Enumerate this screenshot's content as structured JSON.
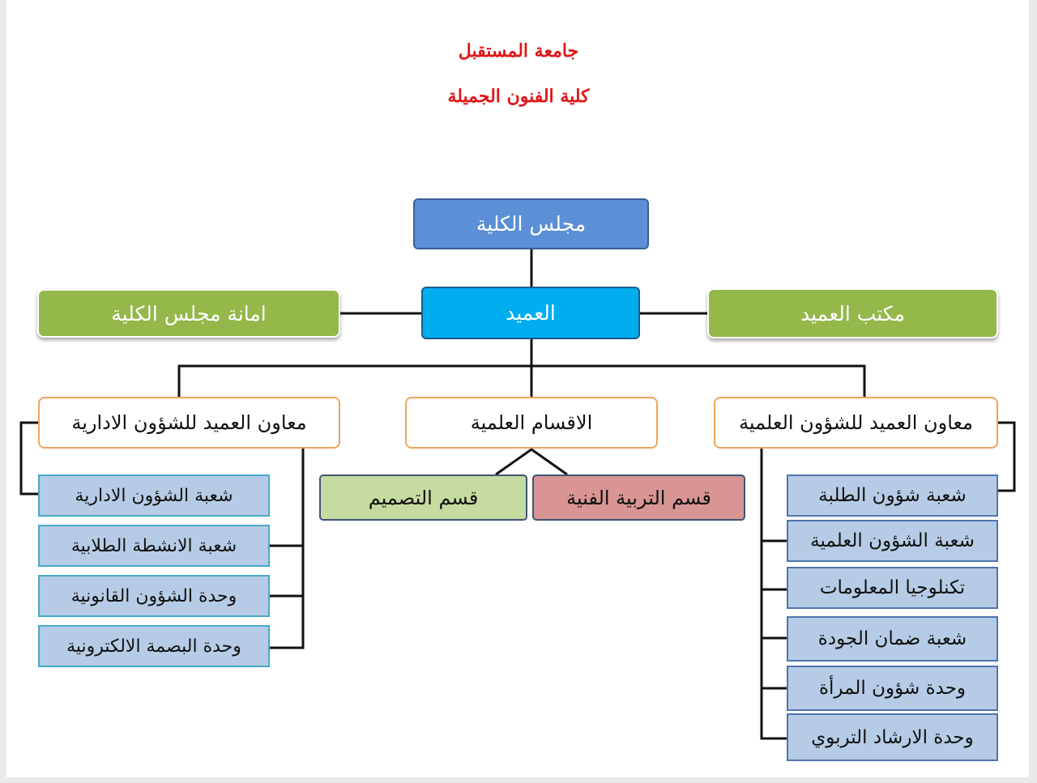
{
  "header": {
    "university": "جامعة المستقبل",
    "college": "كلية الفنون الجميلة"
  },
  "chart": {
    "council": "مجلس الكلية",
    "dean": "العميد",
    "council_secretariat": "امانة مجلس الكلية",
    "dean_office": "مكتب العميد",
    "admin_assistant": "معاون العميد للشؤون الادارية",
    "departments": "الاقسام العلمية",
    "science_assistant": "معاون العميد للشؤون العلمية",
    "dept_design": "قسم التصميم",
    "dept_art_education": "قسم التربية الفنية",
    "admin_units": [
      "شعبة الشؤون الادارية",
      "شعبة الانشطة الطلابية",
      "وحدة الشؤون القانونية",
      "وحدة البصمة الالكترونية"
    ],
    "science_units": [
      "شعبة شؤون الطلبة",
      "شعبة الشؤون العلمية",
      "تكنلوجيا المعلومات",
      "شعبة ضمان الجودة",
      "وحدة شؤون المرأة",
      "وحدة الارشاد التربوي"
    ]
  },
  "colors": {
    "title": "#e01717",
    "council": "#5b8fd6",
    "dean": "#00adef",
    "side_boxes": "#94b84a",
    "assistant_border": "#f0a35b",
    "unit_fill": "#b6cce6",
    "design": "#c6dba0",
    "art_education": "#d99494"
  }
}
